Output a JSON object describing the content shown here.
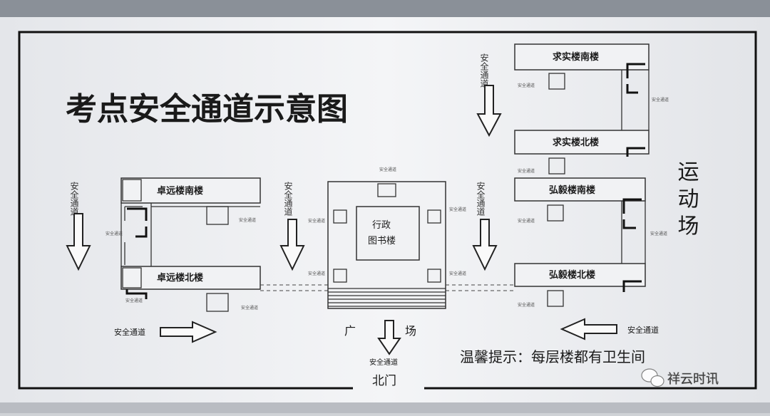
{
  "title": "考点安全通道示意图",
  "buildings": {
    "zhuoyuan_south": "卓远楼南楼",
    "zhuoyuan_north": "卓远楼北楼",
    "admin_line1": "行政",
    "admin_line2": "图书楼",
    "qiushi_south": "求实楼南楼",
    "qiushi_north": "求实楼北楼",
    "hongyi_south": "弘毅楼南楼",
    "hongyi_north": "弘毅楼北楼"
  },
  "labels": {
    "safe_passage": "安全通道",
    "playground": "运动场",
    "square_left": "广",
    "square_right": "场",
    "north_gate": "北门",
    "tip": "温馨提示：每层楼都有卫生间"
  },
  "watermark": "祥云时讯"
}
